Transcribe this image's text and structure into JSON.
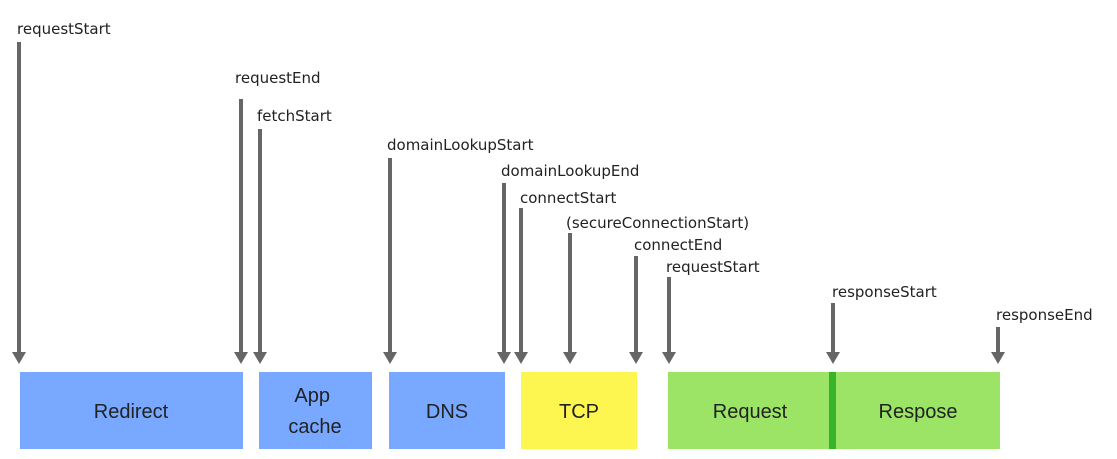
{
  "timing_markers": [
    {
      "id": "m1",
      "label": "requestStart"
    },
    {
      "id": "m2",
      "label": "requestEnd"
    },
    {
      "id": "m3",
      "label": "fetchStart"
    },
    {
      "id": "m4",
      "label": "domainLookupStart"
    },
    {
      "id": "m5",
      "label": "domainLookupEnd"
    },
    {
      "id": "m6",
      "label": "connectStart"
    },
    {
      "id": "m7",
      "label": "(secureConnectionStart)"
    },
    {
      "id": "m8",
      "label": "connectEnd"
    },
    {
      "id": "m9",
      "label": "requestStart"
    },
    {
      "id": "m10",
      "label": "responseStart"
    },
    {
      "id": "m11",
      "label": "responseEnd"
    }
  ],
  "phases": [
    {
      "id": "redirect",
      "lines": [
        "Redirect"
      ],
      "color": "#78a8ff"
    },
    {
      "id": "app-cache",
      "lines": [
        "App",
        "cache"
      ],
      "color": "#78a8ff"
    },
    {
      "id": "dns",
      "lines": [
        "DNS"
      ],
      "color": "#78a8ff"
    },
    {
      "id": "tcp",
      "lines": [
        "TCP"
      ],
      "color": "#fef650"
    },
    {
      "id": "request",
      "lines": [
        "Request"
      ],
      "color": "#9be466"
    },
    {
      "id": "response",
      "lines": [
        "Respose"
      ],
      "color": "#9be466"
    }
  ],
  "colors": {
    "arrow": "#666666",
    "divider": "#36b42a",
    "text": "#222222"
  }
}
